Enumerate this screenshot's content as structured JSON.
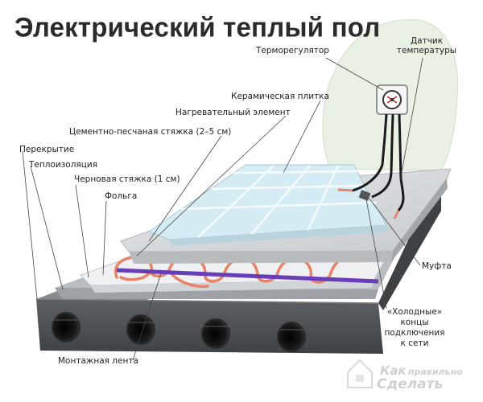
{
  "title": "Электрический теплый пол",
  "labels": {
    "thermostat": "Терморегулятор",
    "sensor_line1": "Датчик",
    "sensor_line2": "температуры",
    "tile": "Керамическая плитка",
    "heating_element": "Нагревательный элемент",
    "screed": "Цементно-песчаная стяжка (2–5 см)",
    "slab": "Перекрытие",
    "insulation": "Теплоизоляция",
    "rough_screed": "Черновая стяжка (1 см)",
    "foil": "Фольга",
    "coupling": "Муфта",
    "cold_line1": "«Холодные»",
    "cold_line2": "концы",
    "cold_line3": "подключения",
    "cold_line4": "к сети",
    "mounting_tape": "Монтажная лента"
  },
  "watermark": {
    "line1": "Как",
    "line1b": "правильно",
    "line2": "Сделать"
  },
  "colors": {
    "cable": "#e8836a",
    "tape": "#6a3db8",
    "slab": "#55585c",
    "tile": "#d6ecf4",
    "wall": "#e9f0e4"
  }
}
